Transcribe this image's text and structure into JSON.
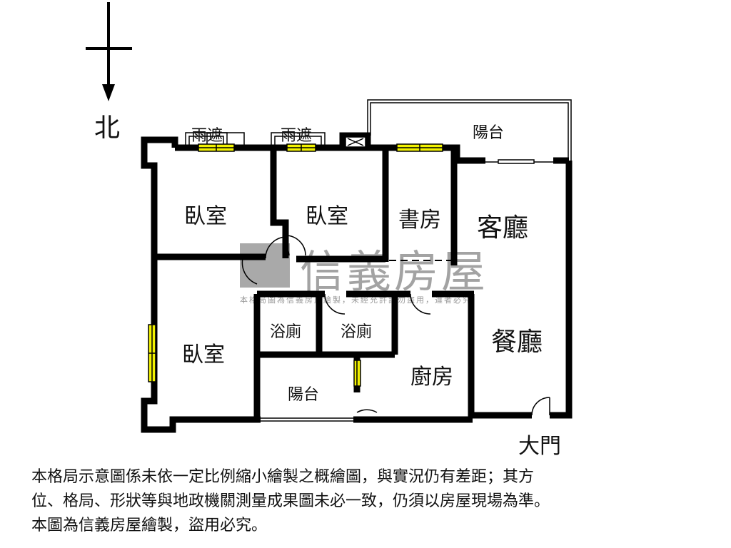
{
  "compass": {
    "north_label": "北"
  },
  "rooms": {
    "bedroom_1": "臥室",
    "bedroom_2": "臥室",
    "bedroom_3": "臥室",
    "study": "書房",
    "living_room": "客廳",
    "dining_room": "餐廳",
    "bathroom_1": "浴廁",
    "bathroom_2": "浴廁",
    "kitchen": "廚房",
    "balcony_top": "陽台",
    "balcony_bottom": "陽台",
    "awning_1": "雨遮",
    "awning_2": "雨遮",
    "main_door": "大門"
  },
  "watermark": {
    "brand": "信義房屋",
    "notice": "本格局圖為信義房屋繪製，未經允許請勿盜用，違者必究"
  },
  "footer": {
    "lines": [
      "本格局示意圖係未依一定比例縮小繪製之概繪圖，與實況仍有差距；其方",
      "位、格局、形狀等與地政機關測量成果圖未必一致，仍須以房屋現場為準。",
      "本圖為信義房屋繪製，盜用必究。"
    ]
  },
  "colors": {
    "wall": "#000000",
    "window": "#f2f200",
    "watermark": "#9a9a9a"
  }
}
